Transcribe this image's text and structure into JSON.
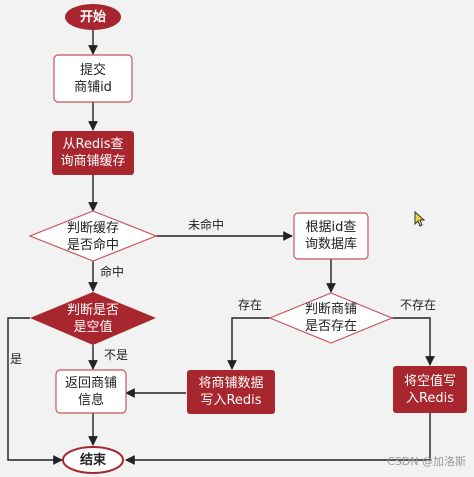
{
  "nodes": {
    "start": "开始",
    "submit": "提交\n商铺id",
    "query_cache": "从Redis查\n询商铺缓存",
    "cache_hit": "判断缓存\n是否命中",
    "is_empty": "判断是否\n是空值",
    "return_info": "返回商铺\n信息",
    "end": "结束",
    "query_db": "根据id查\n询数据库",
    "exists": "判断商铺\n是否存在",
    "write_shop": "将商铺数据\n写入Redis",
    "write_null": "将空值写\n入Redis"
  },
  "edges": {
    "miss": "未命中",
    "hit": "命中",
    "yes": "是",
    "no": "不是",
    "exist": "存在",
    "not_exist": "不存在"
  },
  "watermark": "CSDN @加洛斯",
  "colors": {
    "red": "#a8262e",
    "light_border": "#c8555a",
    "light_fill": "#ffffff",
    "line": "#222222"
  }
}
